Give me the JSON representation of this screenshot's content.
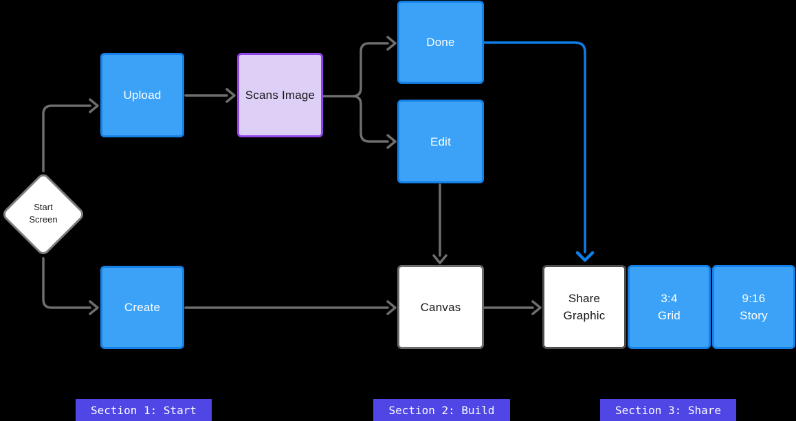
{
  "nodes": {
    "start_screen": {
      "line1": "Start",
      "line2": "Screen"
    },
    "upload": {
      "label": "Upload"
    },
    "scans_image": {
      "label": "Scans Image"
    },
    "done": {
      "label": "Done"
    },
    "edit": {
      "label": "Edit"
    },
    "create": {
      "label": "Create"
    },
    "canvas": {
      "label": "Canvas"
    },
    "share_graphic": {
      "line1": "Share",
      "line2": "Graphic"
    },
    "grid_3_4": {
      "line1": "3:4",
      "line2": "Grid"
    },
    "story_9_16": {
      "line1": "9:16",
      "line2": "Story"
    }
  },
  "sections": [
    {
      "label": "Section 1: Start"
    },
    {
      "label": "Section 2: Build"
    },
    {
      "label": "Section 3: Share"
    }
  ],
  "colors": {
    "background": "#000000",
    "node_blue_fill": "#3BA2F8",
    "node_blue_border": "#1581E6",
    "node_purple_fill": "#DECFF7",
    "node_purple_border": "#8F45EA",
    "node_white_fill": "#FFFFFF",
    "node_gray_border": "#6B6B6B",
    "connector_gray": "#6E6E6E",
    "connector_blue": "#0E7EE6",
    "section_label_bg": "#4F46E5",
    "section_label_text": "#FFFFFF"
  }
}
